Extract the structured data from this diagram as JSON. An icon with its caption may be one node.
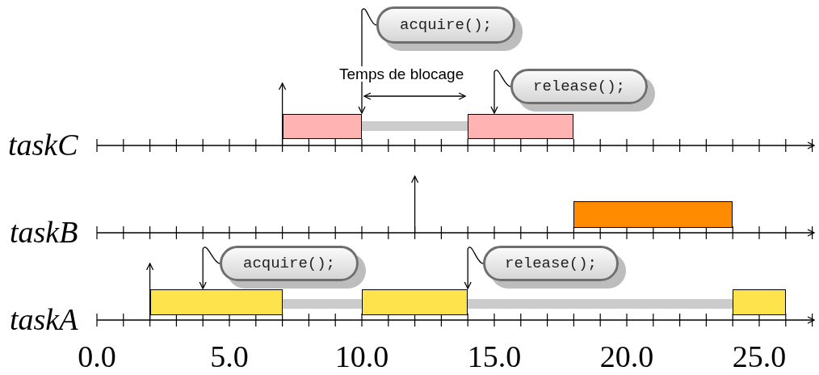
{
  "diagram": {
    "nodes": [
      {
        "text": [
          "acquire();"
        ]
      },
      {
        "text": [
          "release();"
        ]
      },
      {
        "text": [
          "acquire();"
        ]
      },
      {
        "text": [
          "release();"
        ]
      },
      {
        "text": [],
        "shape": "bar"
      },
      {
        "text": [],
        "shape": "bar"
      },
      {
        "text": [],
        "shape": "bar"
      },
      {
        "text": [],
        "shape": "bar"
      },
      {
        "text": [],
        "shape": "bar"
      },
      {
        "text": [],
        "shape": "bar"
      },
      {
        "text": [],
        "shape": "bar"
      },
      {
        "text": [],
        "shape": "bar"
      },
      {
        "text": [],
        "shape": "bar"
      }
    ],
    "edges": [
      {
        "from": 0,
        "to": 4,
        "arrow": "to"
      },
      {
        "from": 1,
        "to": 6,
        "arrow": "to"
      },
      {
        "from": 2,
        "to": 8,
        "arrow": "to"
      },
      {
        "from": 3,
        "to": 10,
        "arrow": "to"
      }
    ],
    "labels": [
      "Temps de blocage",
      "taskC",
      "taskB",
      "taskA",
      "0.0",
      "5.0",
      "10.0",
      "15.0",
      "20.0",
      "25.0"
    ]
  }
}
